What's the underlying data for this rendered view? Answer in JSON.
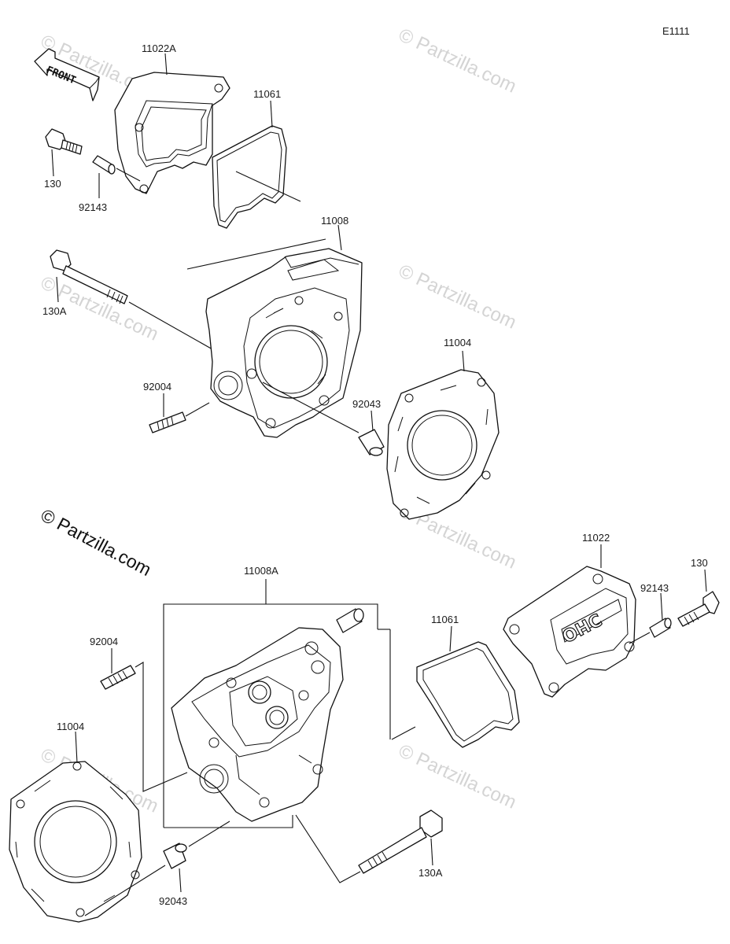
{
  "diagram_id": "E1111",
  "front_label": "FRONT",
  "copyright": "© Partzilla.com",
  "watermark": "© Partzilla.com",
  "engraving": "OHC",
  "parts": {
    "top": {
      "cover": "11022A",
      "gasket_cover": "11061",
      "bolt": "130",
      "collar": "92143",
      "head": "11008",
      "long_bolt": "130A",
      "stud": "92004",
      "dowel": "92043",
      "gasket_head": "11004"
    },
    "bottom": {
      "cover": "11022",
      "bolt": "130",
      "collar": "92143",
      "gasket_cover": "11061",
      "head": "11008A",
      "stud": "92004",
      "gasket_head": "11004",
      "dowel": "92043",
      "long_bolt": "130A"
    }
  }
}
